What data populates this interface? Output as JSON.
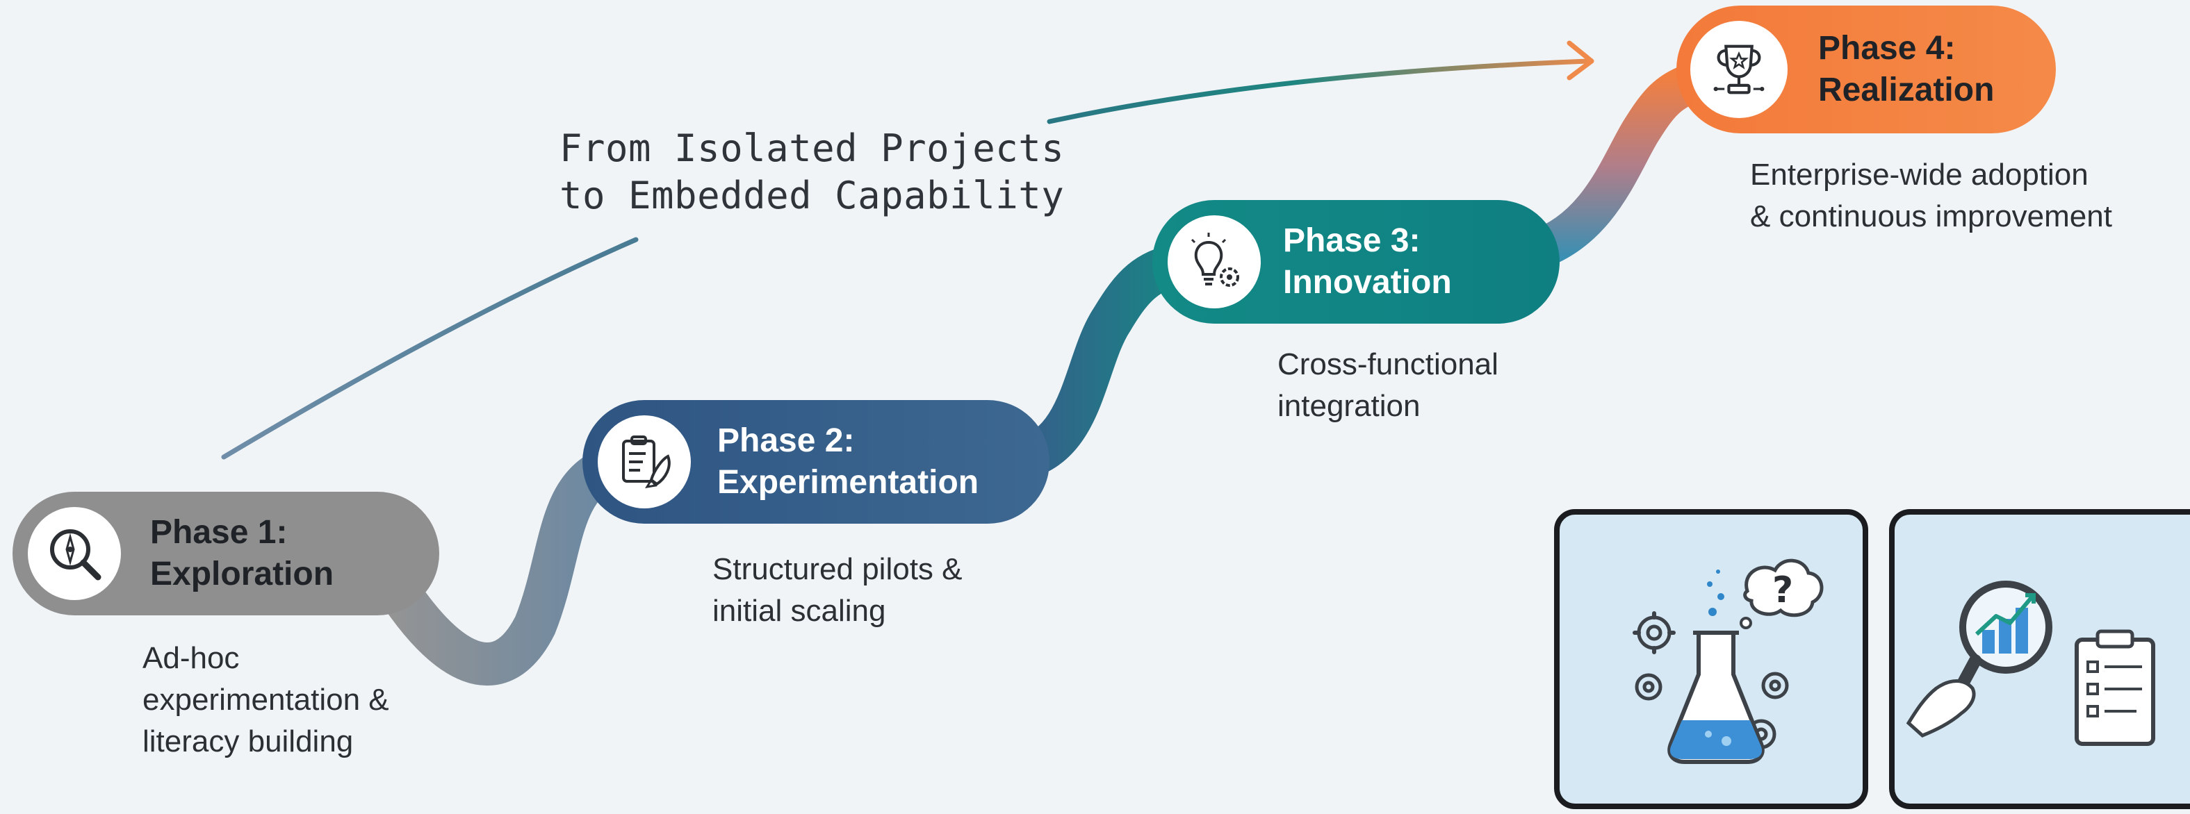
{
  "tagline": {
    "line1": "From Isolated Projects",
    "line2": "to Embedded Capability"
  },
  "phases": [
    {
      "title_line1": "Phase 1:",
      "title_line2": "Exploration",
      "desc": [
        "Ad-hoc",
        "experimentation &",
        "literacy building"
      ],
      "icon": "compass-magnifier-icon",
      "color": "#8f8f8f"
    },
    {
      "title_line1": "Phase 2:",
      "title_line2": "Experimentation",
      "desc": [
        "Structured pilots &",
        "initial scaling"
      ],
      "icon": "clipboard-rocket-icon",
      "color": "#2f5583"
    },
    {
      "title_line1": "Phase 3:",
      "title_line2": "Innovation",
      "desc": [
        "Cross-functional",
        "integration"
      ],
      "icon": "lightbulb-gear-icon",
      "color": "#138a86"
    },
    {
      "title_line1": "Phase 4:",
      "title_line2": "Realization",
      "desc": [
        "Enterprise-wide adoption",
        "& continuous improvement"
      ],
      "icon": "trophy-icon",
      "color": "#f37a3a"
    }
  ],
  "illustrations": [
    {
      "icon": "flask-gears-question-icon"
    },
    {
      "icon": "magnifier-chart-clipboard-icon"
    }
  ],
  "arrow": {
    "icon": "trend-arrow-icon"
  }
}
